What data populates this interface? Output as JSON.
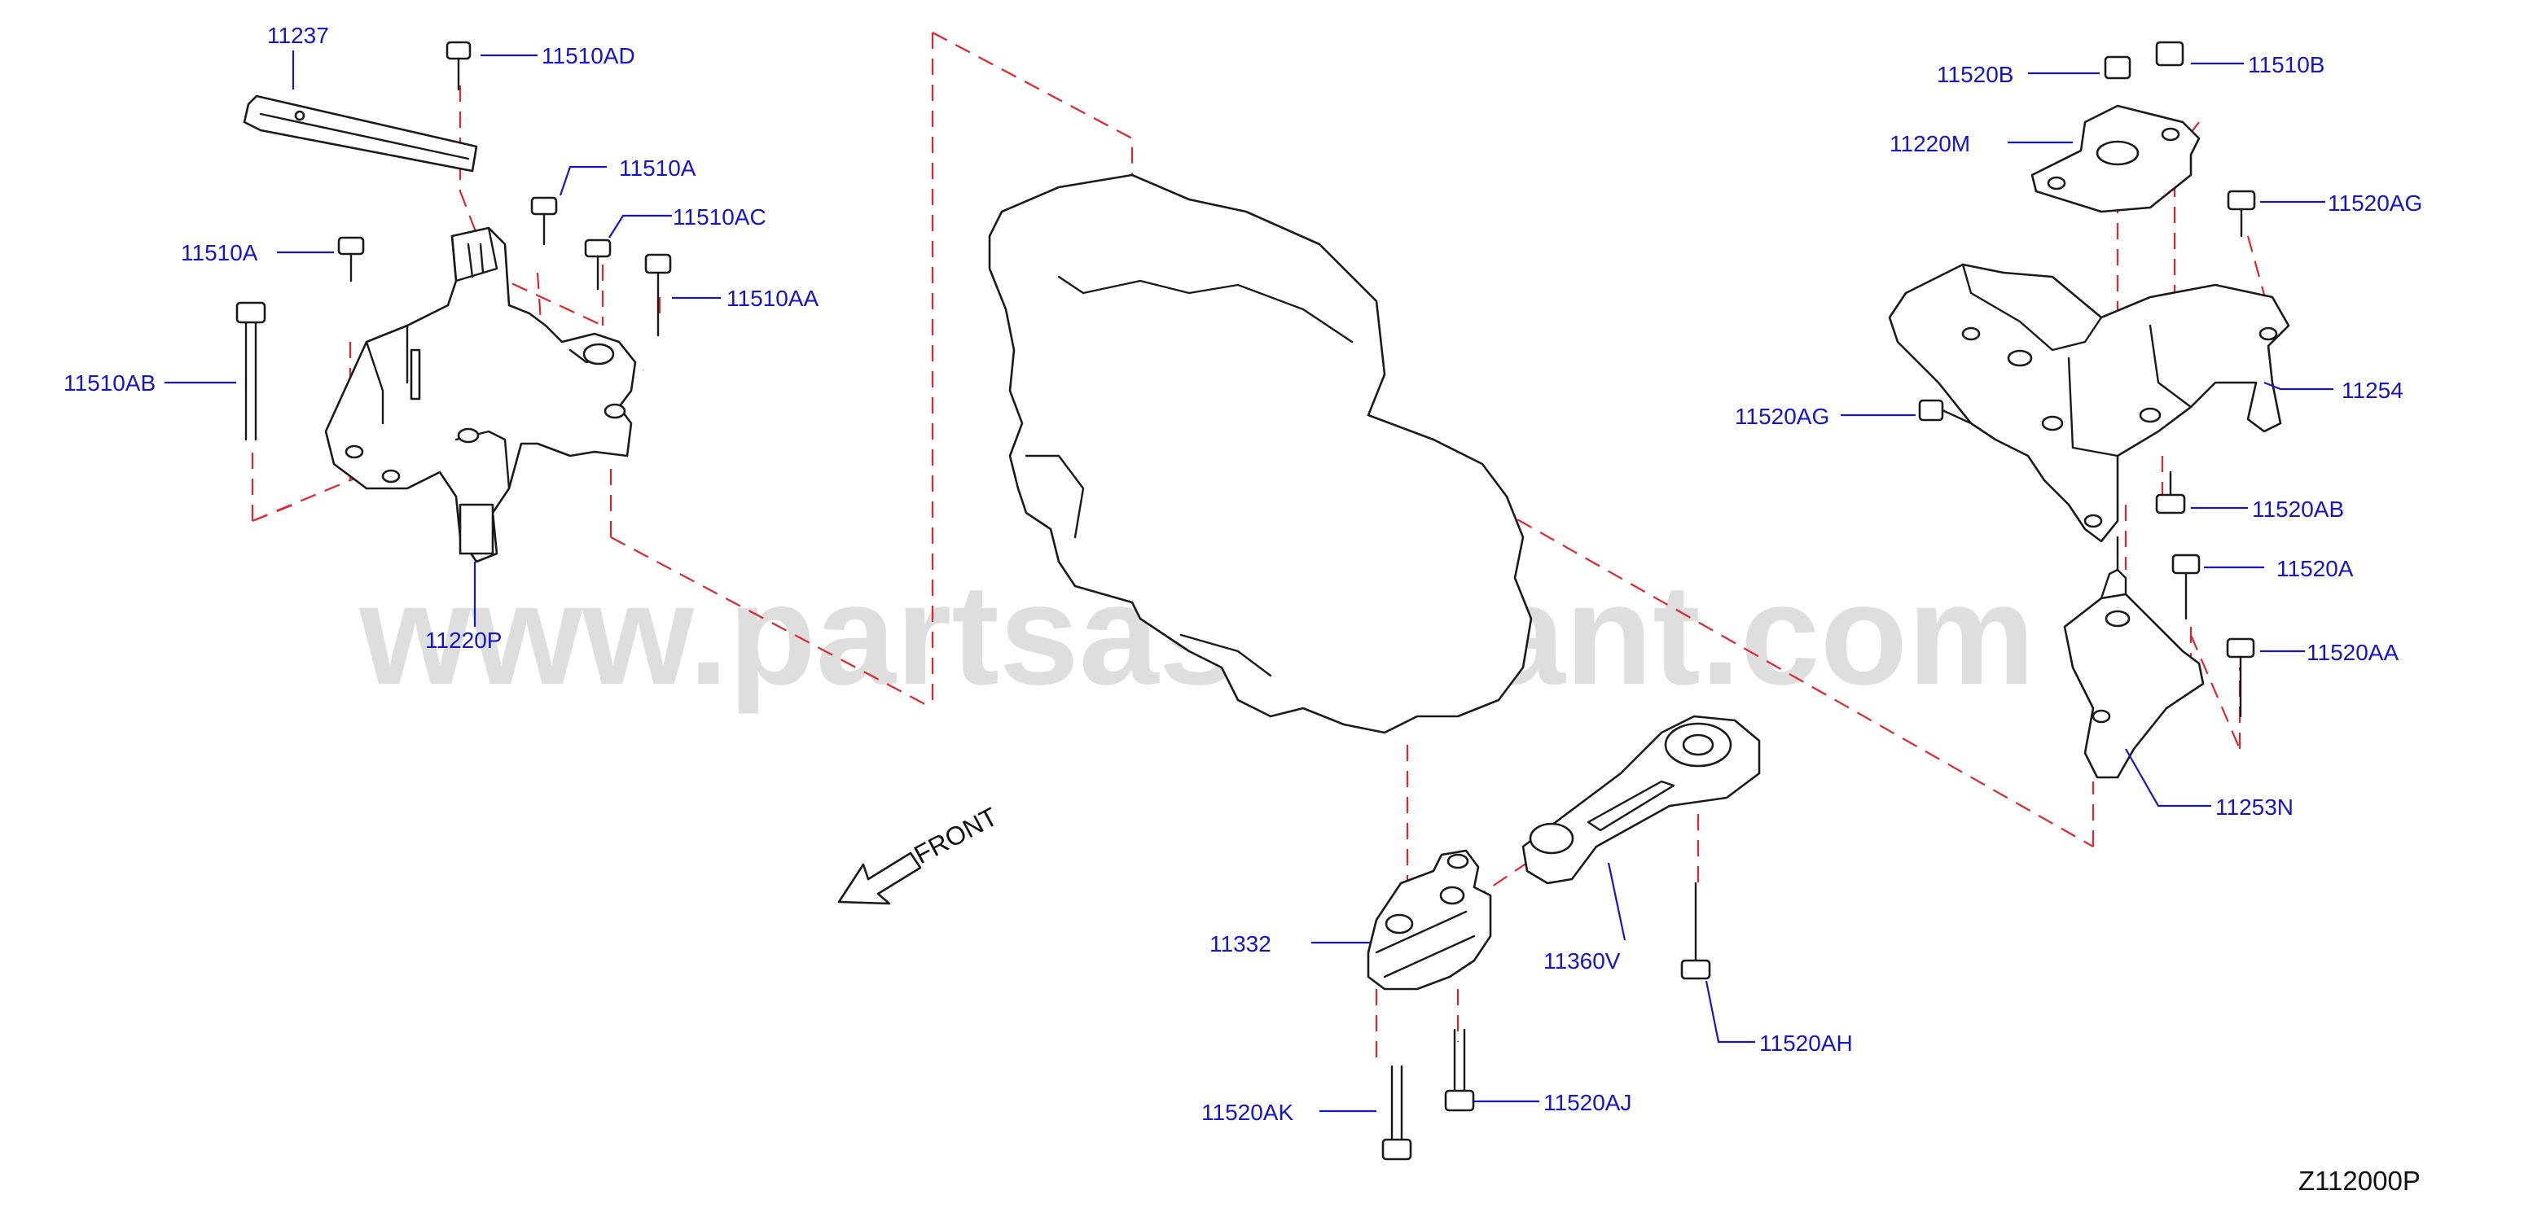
{
  "watermark": "www.partsassistant.com",
  "diagram_code": "Z112000P",
  "front_label": "FRONT",
  "callouts": [
    {
      "id": "c-11237",
      "label": "11237"
    },
    {
      "id": "c-11510ad",
      "label": "11510AD"
    },
    {
      "id": "c-11510a-1",
      "label": "11510A"
    },
    {
      "id": "c-11510ac",
      "label": "11510AC"
    },
    {
      "id": "c-11510a-2",
      "label": "11510A"
    },
    {
      "id": "c-11510aa",
      "label": "11510AA"
    },
    {
      "id": "c-11510ab",
      "label": "11510AB"
    },
    {
      "id": "c-11220p",
      "label": "11220P"
    },
    {
      "id": "c-11520b",
      "label": "11520B"
    },
    {
      "id": "c-11510b",
      "label": "11510B"
    },
    {
      "id": "c-11220m",
      "label": "11220M"
    },
    {
      "id": "c-11520ag-1",
      "label": "11520AG"
    },
    {
      "id": "c-11254",
      "label": "11254"
    },
    {
      "id": "c-11520ag-2",
      "label": "11520AG"
    },
    {
      "id": "c-11520ab",
      "label": "11520AB"
    },
    {
      "id": "c-11520a",
      "label": "11520A"
    },
    {
      "id": "c-11520aa",
      "label": "11520AA"
    },
    {
      "id": "c-11253n",
      "label": "11253N"
    },
    {
      "id": "c-11332",
      "label": "11332"
    },
    {
      "id": "c-11360v",
      "label": "11360V"
    },
    {
      "id": "c-11520ah",
      "label": "11520AH"
    },
    {
      "id": "c-11520ak",
      "label": "11520AK"
    },
    {
      "id": "c-11520aj",
      "label": "11520AJ"
    }
  ]
}
